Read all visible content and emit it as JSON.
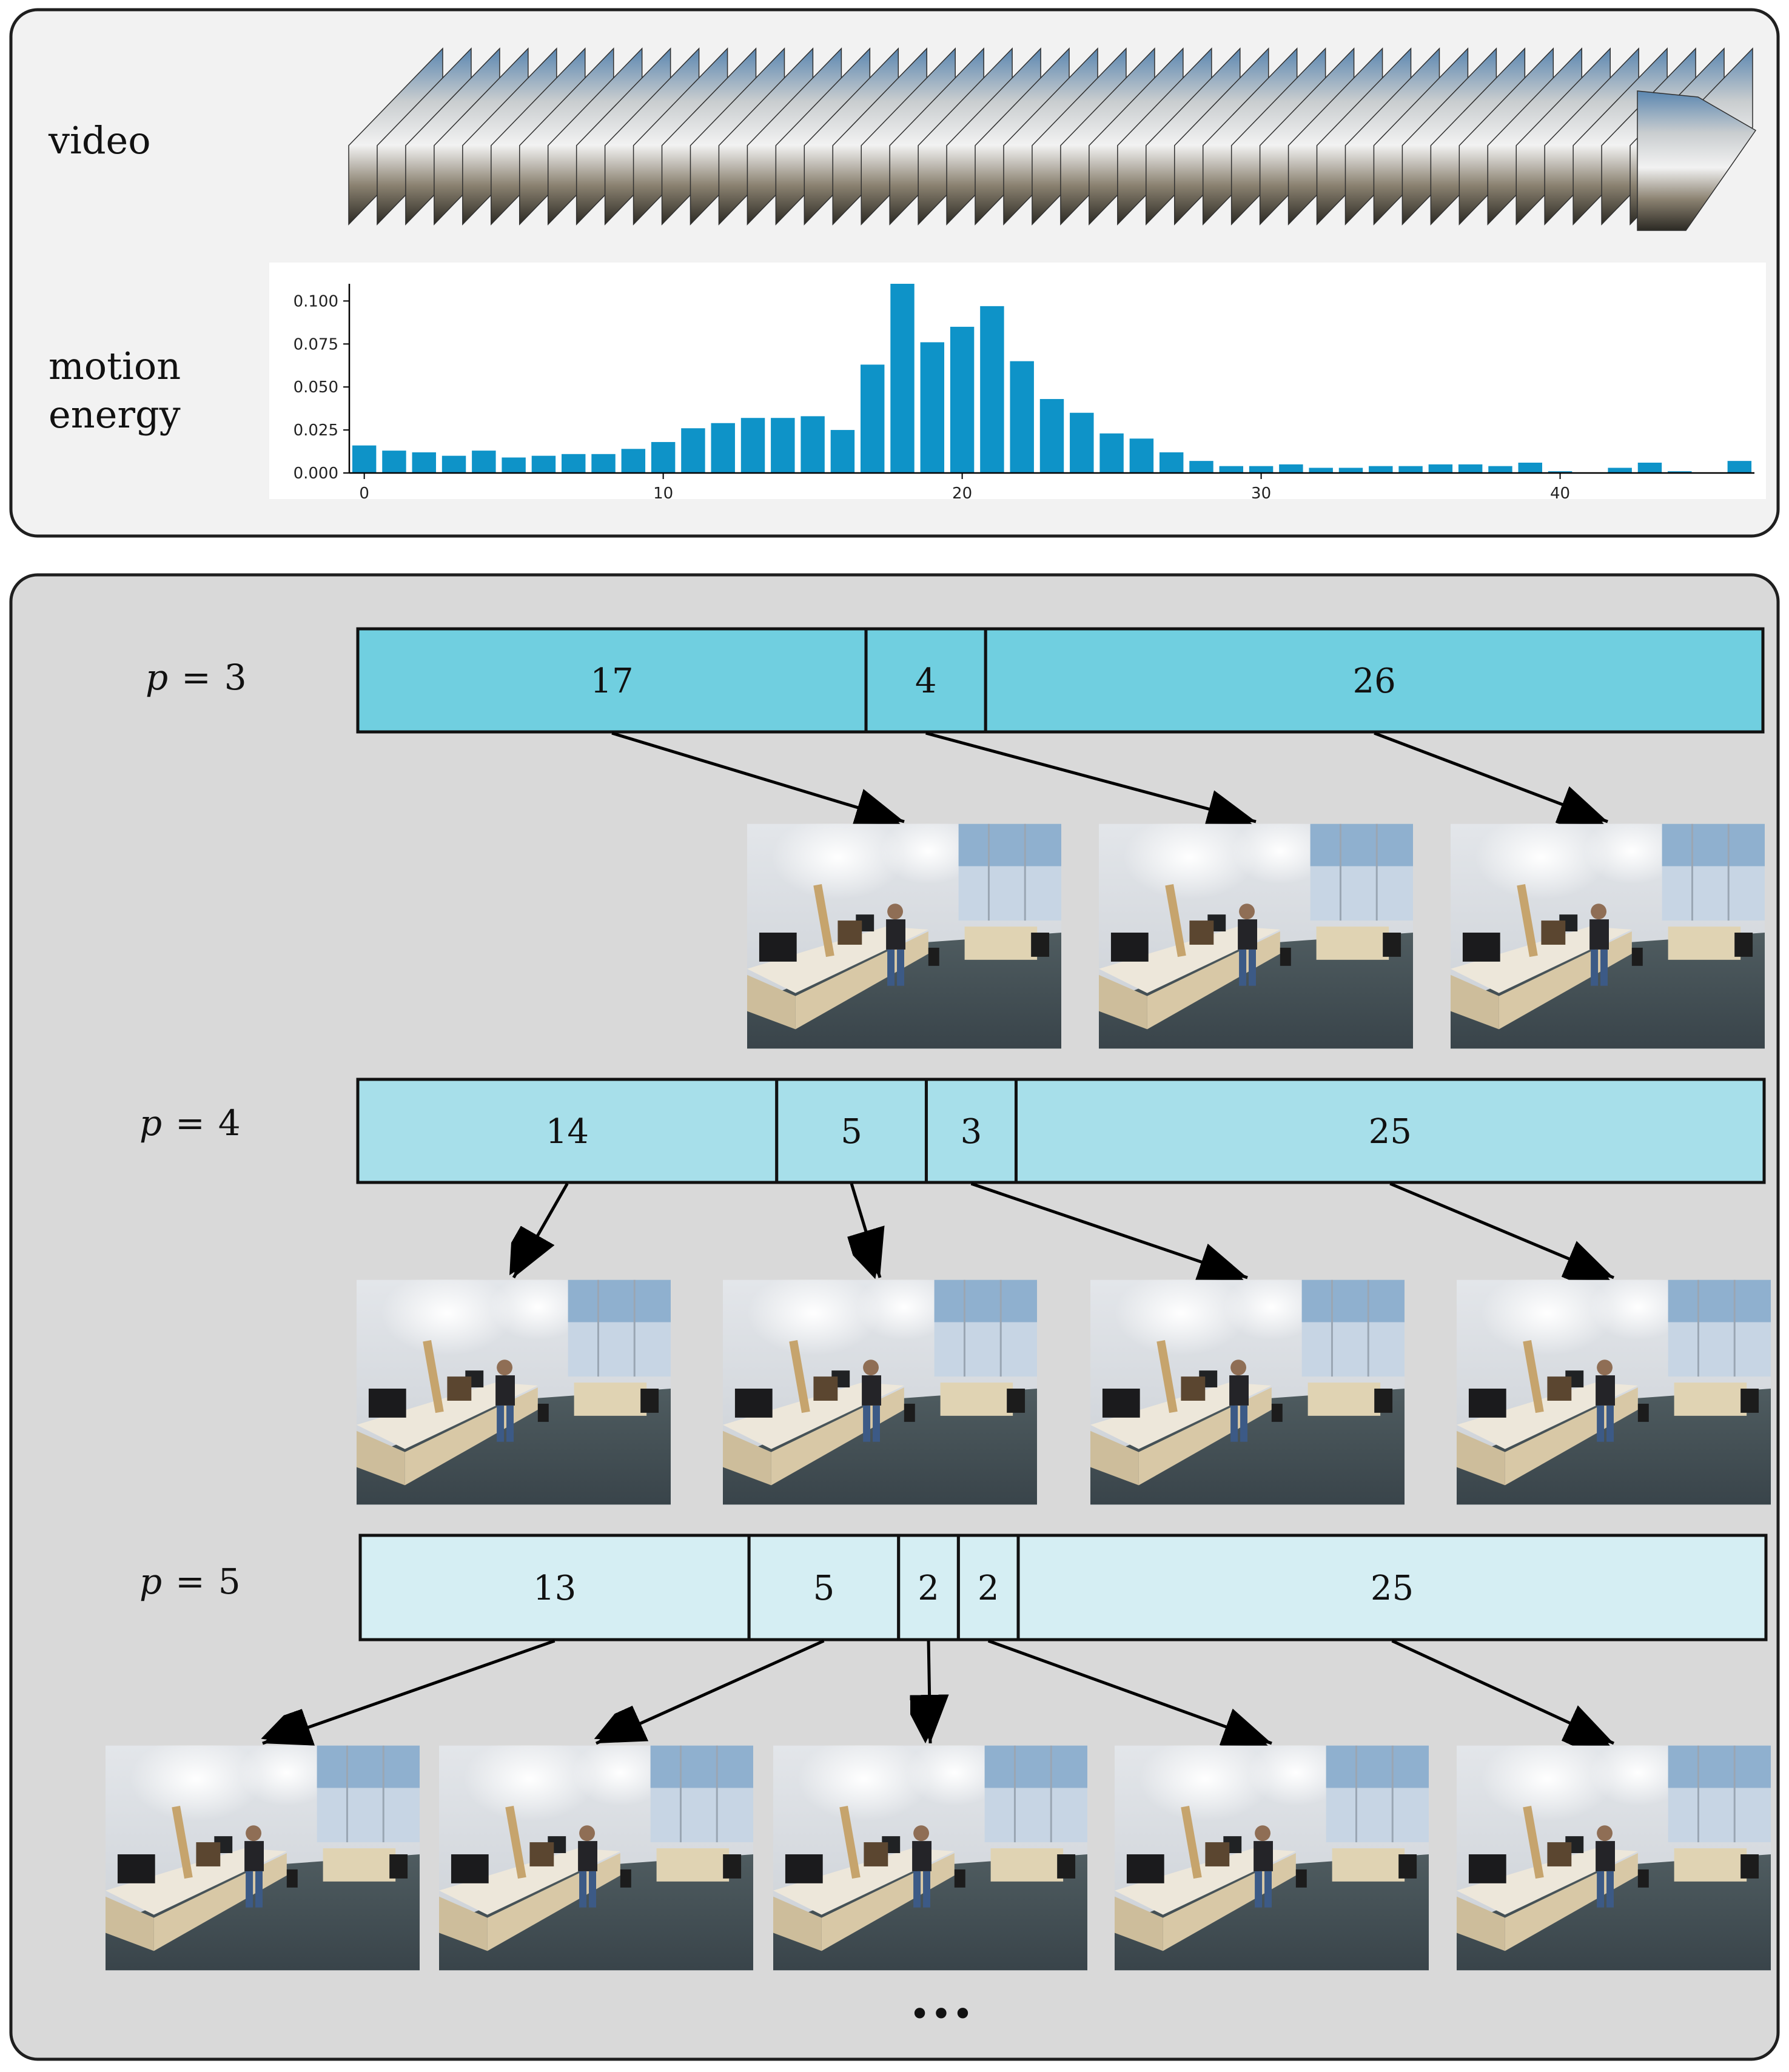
{
  "top_panel": {
    "video_label": "video",
    "energy_label_line1": "motion",
    "energy_label_line2": "energy"
  },
  "chart_data": {
    "type": "bar",
    "x": [
      0,
      1,
      2,
      3,
      4,
      5,
      6,
      7,
      8,
      9,
      10,
      11,
      12,
      13,
      14,
      15,
      16,
      17,
      18,
      19,
      20,
      21,
      22,
      23,
      24,
      25,
      26,
      27,
      28,
      29,
      30,
      31,
      32,
      33,
      34,
      35,
      36,
      37,
      38,
      39,
      40,
      41,
      42,
      43,
      44,
      45,
      46
    ],
    "values": [
      0.016,
      0.013,
      0.012,
      0.01,
      0.013,
      0.009,
      0.01,
      0.011,
      0.011,
      0.014,
      0.018,
      0.026,
      0.029,
      0.032,
      0.032,
      0.033,
      0.025,
      0.063,
      0.11,
      0.076,
      0.085,
      0.097,
      0.065,
      0.043,
      0.035,
      0.023,
      0.02,
      0.012,
      0.007,
      0.004,
      0.004,
      0.005,
      0.003,
      0.003,
      0.004,
      0.004,
      0.005,
      0.005,
      0.004,
      0.006,
      0.001,
      0.0,
      0.003,
      0.006,
      0.001,
      0.0,
      0.007
    ],
    "y_ticks": [
      "0.000",
      "0.025",
      "0.050",
      "0.075",
      "0.100"
    ],
    "x_ticks": [
      "0",
      "10",
      "20",
      "30",
      "40"
    ],
    "ylim": [
      0,
      0.11
    ],
    "xlim": [
      -0.5,
      46.5
    ],
    "bar_color": "#0e93c8",
    "grid": false
  },
  "partitions": [
    {
      "label": "p = 3",
      "letter": "p",
      "value": "3",
      "color": "#70cfe0",
      "segments": [
        17,
        4,
        26
      ]
    },
    {
      "label": "p = 4",
      "letter": "p",
      "value": "4",
      "color": "#a7dfea",
      "segments": [
        14,
        5,
        3,
        25
      ]
    },
    {
      "label": "p = 5",
      "letter": "p",
      "value": "5",
      "color": "#d5eef3",
      "segments": [
        13,
        5,
        2,
        2,
        25
      ]
    }
  ],
  "ellipsis": "•••"
}
